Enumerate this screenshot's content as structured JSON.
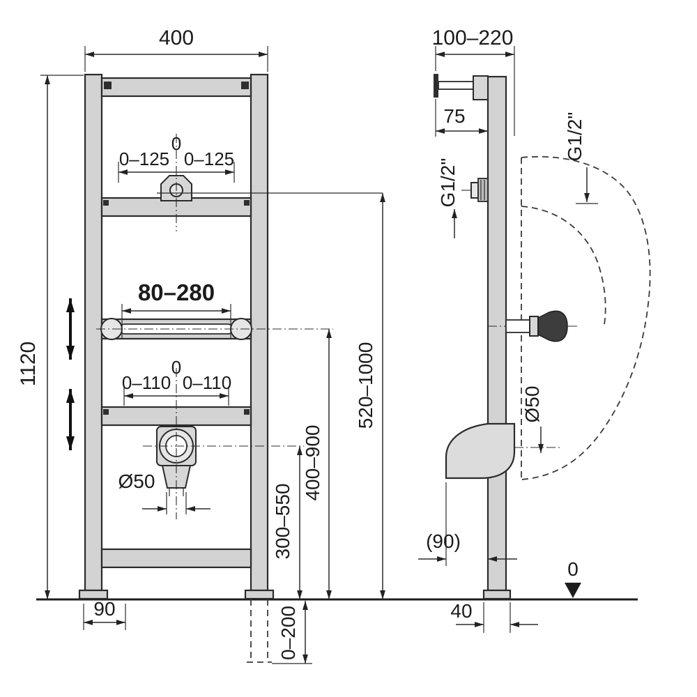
{
  "front": {
    "width": "400",
    "height": "1120",
    "top_zero": "0",
    "top_left": "0–125",
    "top_right": "0–125",
    "rail_range": "80–280",
    "low_zero": "0",
    "low_left": "0–110",
    "low_right": "0–110",
    "drain_dia": "Ø50",
    "h_flush": "520–1000",
    "h_rail": "400–900",
    "h_drain": "300–550",
    "h_floor": "0–200",
    "foot": "90"
  },
  "side": {
    "depth": "100–220",
    "inlet": "75",
    "thread_front": "G1/2\"",
    "thread_wall": "G1/2\"",
    "drain_dia": "Ø50",
    "outlet": "(90)",
    "foot": "40",
    "floor_zero": "0"
  },
  "colors": {
    "line": "#2b2b2b",
    "frame_fill": "#d3d3d3",
    "background": "#ffffff"
  }
}
